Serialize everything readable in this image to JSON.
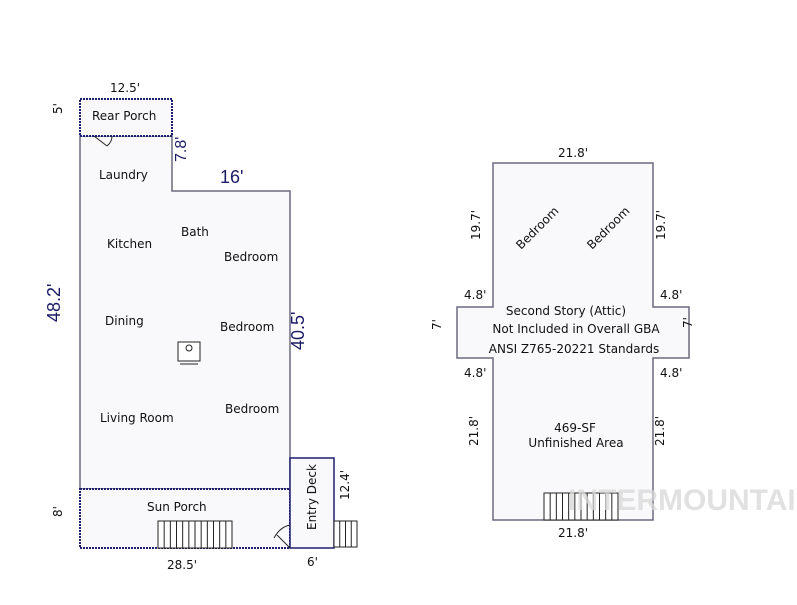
{
  "main_floor": {
    "rooms": {
      "rear_porch": "Rear Porch",
      "laundry": "Laundry",
      "kitchen": "Kitchen",
      "bath": "Bath",
      "bedroom_1": "Bedroom",
      "dining": "Dining",
      "bedroom_2": "Bedroom",
      "living_room": "Living Room",
      "bedroom_3": "Bedroom",
      "sun_porch": "Sun Porch",
      "entry_deck": "Entry Deck"
    },
    "dimensions": {
      "rear_porch_width": "12.5'",
      "rear_porch_depth": "5'",
      "notch_height": "7.8'",
      "notch_width": "16'",
      "left_length": "48.2'",
      "right_length": "40.5'",
      "sun_porch_depth": "8'",
      "sun_porch_width": "28.5'",
      "entry_deck_length": "12.4'",
      "entry_deck_width": "6'"
    }
  },
  "attic": {
    "rooms": {
      "bedroom_1": "Bedroom",
      "bedroom_2": "Bedroom"
    },
    "notes": [
      "Second Story (Attic)",
      "Not Included in Overall GBA",
      "ANSI Z765-20221 Standards"
    ],
    "area": [
      "469-SF",
      "Unfinished Area"
    ],
    "dimensions": {
      "top": "21.8'",
      "left_upper": "19.7'",
      "right_upper": "19.7'",
      "left_bump_top": "4.8'",
      "right_bump_top": "4.8'",
      "left_bump": "7'",
      "right_bump": "7'",
      "left_bump_bottom": "4.8'",
      "right_bump_bottom": "4.8'",
      "left_lower": "21.8'",
      "right_lower": "21.8'",
      "bottom": "21.8'"
    }
  },
  "watermark": "INTERMOUNTAIN",
  "colors": {
    "wall": "#6a6a80",
    "porch": "#1f1f70",
    "fill": "#f9f9fb"
  }
}
